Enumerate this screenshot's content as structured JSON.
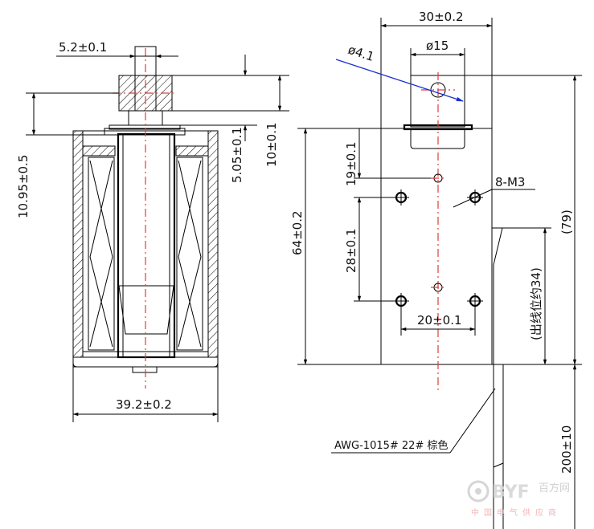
{
  "side_view": {
    "dim_plunger_width": "5.2±0.1",
    "dim_stroke_height": "10.95±0.5",
    "dim_top_gap": "5.05±0.1",
    "dim_top_total": "10±0.1",
    "dim_body_width": "39.2±0.2"
  },
  "front_view": {
    "dim_top_width": "30±0.2",
    "dim_inner_diameter": "ø15",
    "dim_hole_diameter": "ø4.1",
    "dim_body_height": "64±0.2",
    "dim_hole_spacing_top": "19±0.1",
    "dim_hole_spacing_mid": "28±0.1",
    "dim_hole_spacing_horiz": "20±0.1",
    "thread_callout": "8-M3",
    "dim_total_height": "(79)",
    "dim_wire_exit": "(出线位约34)",
    "wire_label": "AWG-1015# 22# 棕色",
    "dim_wire_length": "200±10"
  },
  "watermark": {
    "brand": "BYF",
    "brand_sub": "百方网",
    "tagline": "中国电气供应商"
  }
}
